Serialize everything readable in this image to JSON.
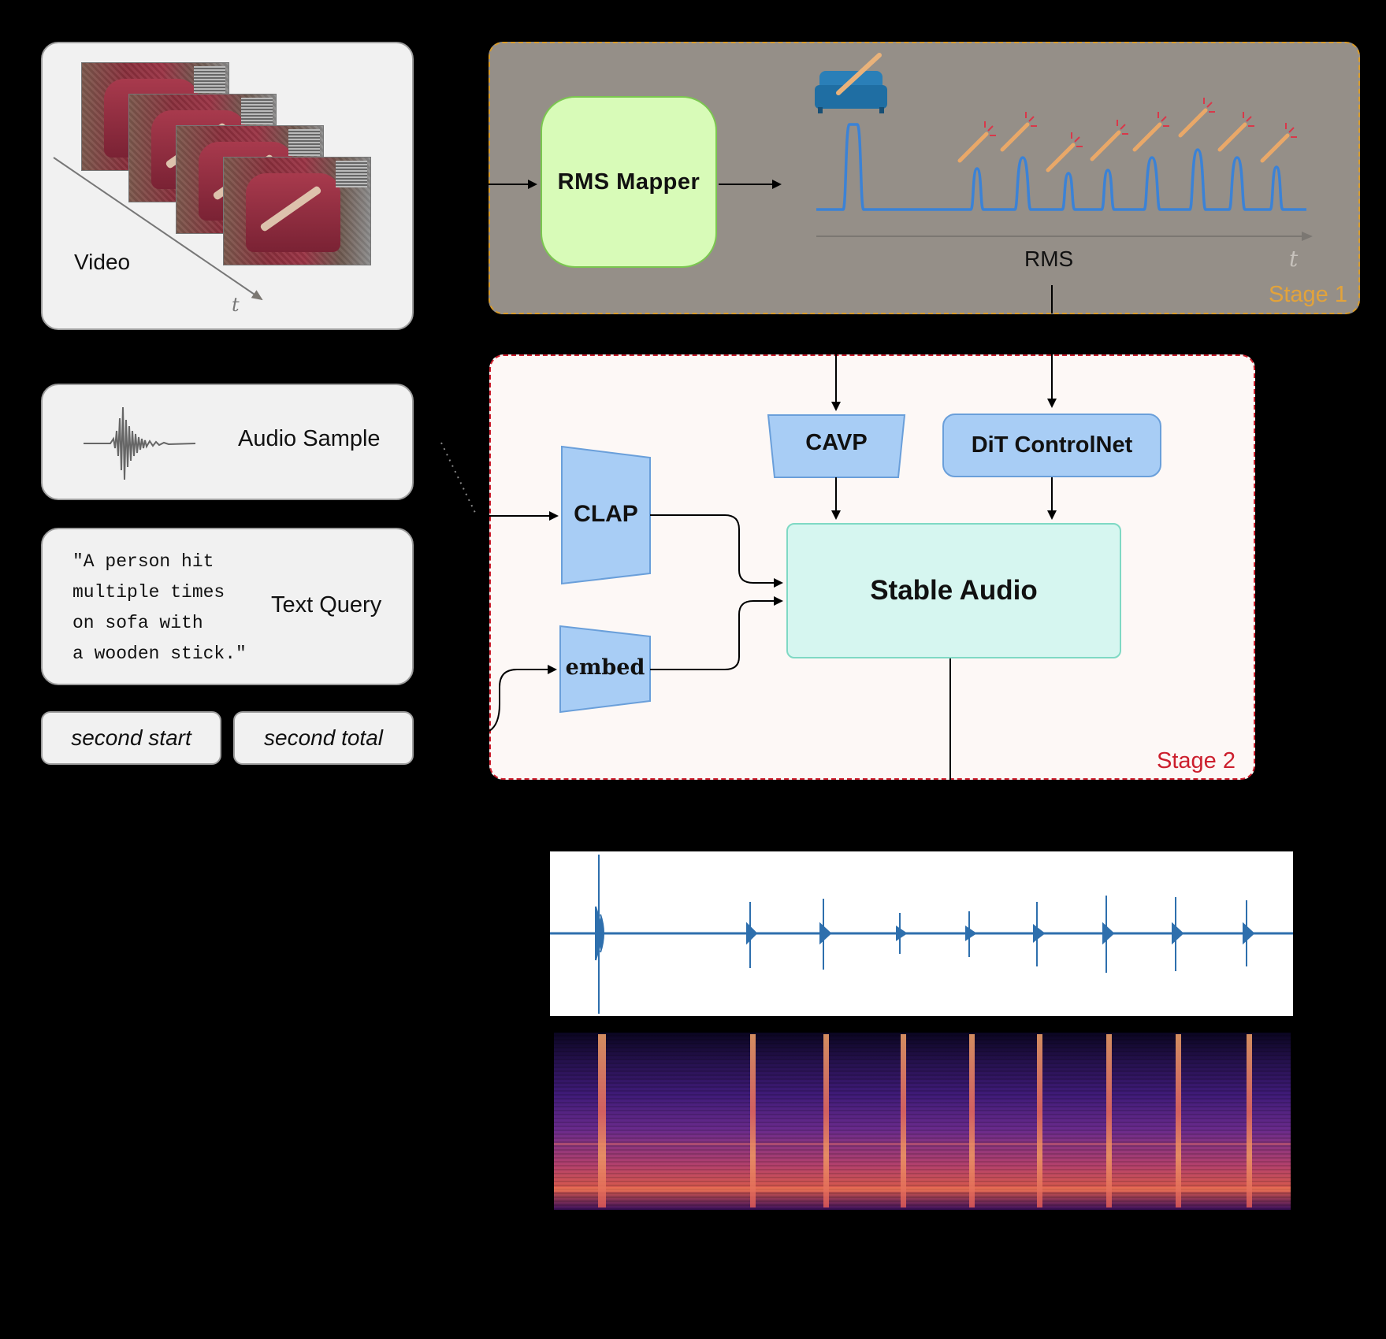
{
  "inputs": {
    "video_label": "Video",
    "video_axis": "t",
    "audio_sample_label": "Audio Sample",
    "text_query_label": "Text Query",
    "text_query_lines": [
      "\"A person hit",
      "multiple times",
      "on sofa with",
      "a wooden stick.\""
    ],
    "second_start": "second start",
    "second_total": "second total"
  },
  "stage1": {
    "name": "Stage 1",
    "rms_mapper": "RMS Mapper",
    "rms_label": "RMS",
    "time_axis": "t"
  },
  "stage2": {
    "name": "Stage 2",
    "cavp": "CAVP",
    "dit_controlnet": "DiT ControlNet",
    "clap": "CLAP",
    "embed": "embed",
    "stable_audio": "Stable Audio"
  },
  "colors": {
    "stage1_border": "#d79a2a",
    "stage2_border": "#cc1f2d",
    "rms_line": "#3b82d6",
    "waveform": "#2e6fad",
    "rms_mapper_fill": "#d8fbb8",
    "encoder_fill": "#a8cdf5",
    "stable_audio_fill": "#d6f6f0"
  }
}
